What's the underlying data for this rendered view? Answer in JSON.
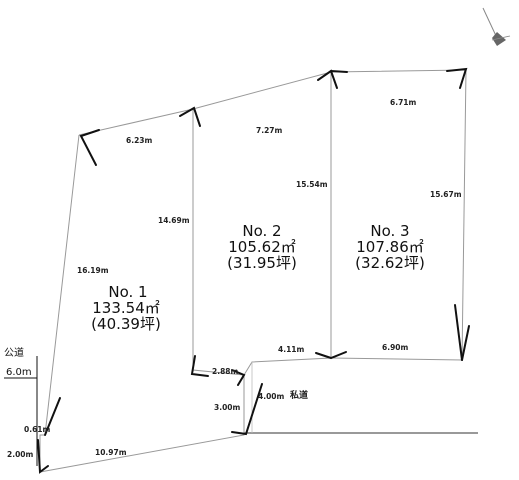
{
  "road": {
    "public_label": "公道",
    "public_width": "6.0m",
    "private_label": "私道"
  },
  "lots": [
    {
      "name": "No. 1",
      "area_m2": "133.54㎡",
      "area_tsubo": "(40.39坪)"
    },
    {
      "name": "No. 2",
      "area_m2": "105.62㎡",
      "area_tsubo": "(31.95坪)"
    },
    {
      "name": "No. 3",
      "area_m2": "107.86㎡",
      "area_tsubo": "(32.62坪)"
    }
  ],
  "dimensions": {
    "lot1_top": "6.23m",
    "lot1_left": "16.19m",
    "lot1_bottom": "10.97m",
    "lot1_corner": "0.61m",
    "lot1_bottom_left": "2.00m",
    "lot2_top": "7.27m",
    "lot2_left": "14.69m",
    "lot2_bottom": "4.11m",
    "lot2_step": "2.88m",
    "lot3_top": "6.71m",
    "lot3_left": "15.54m",
    "lot3_right": "15.67m",
    "lot3_bottom": "6.90m",
    "access_width": "3.00m",
    "private_road_width": "4.00m"
  }
}
